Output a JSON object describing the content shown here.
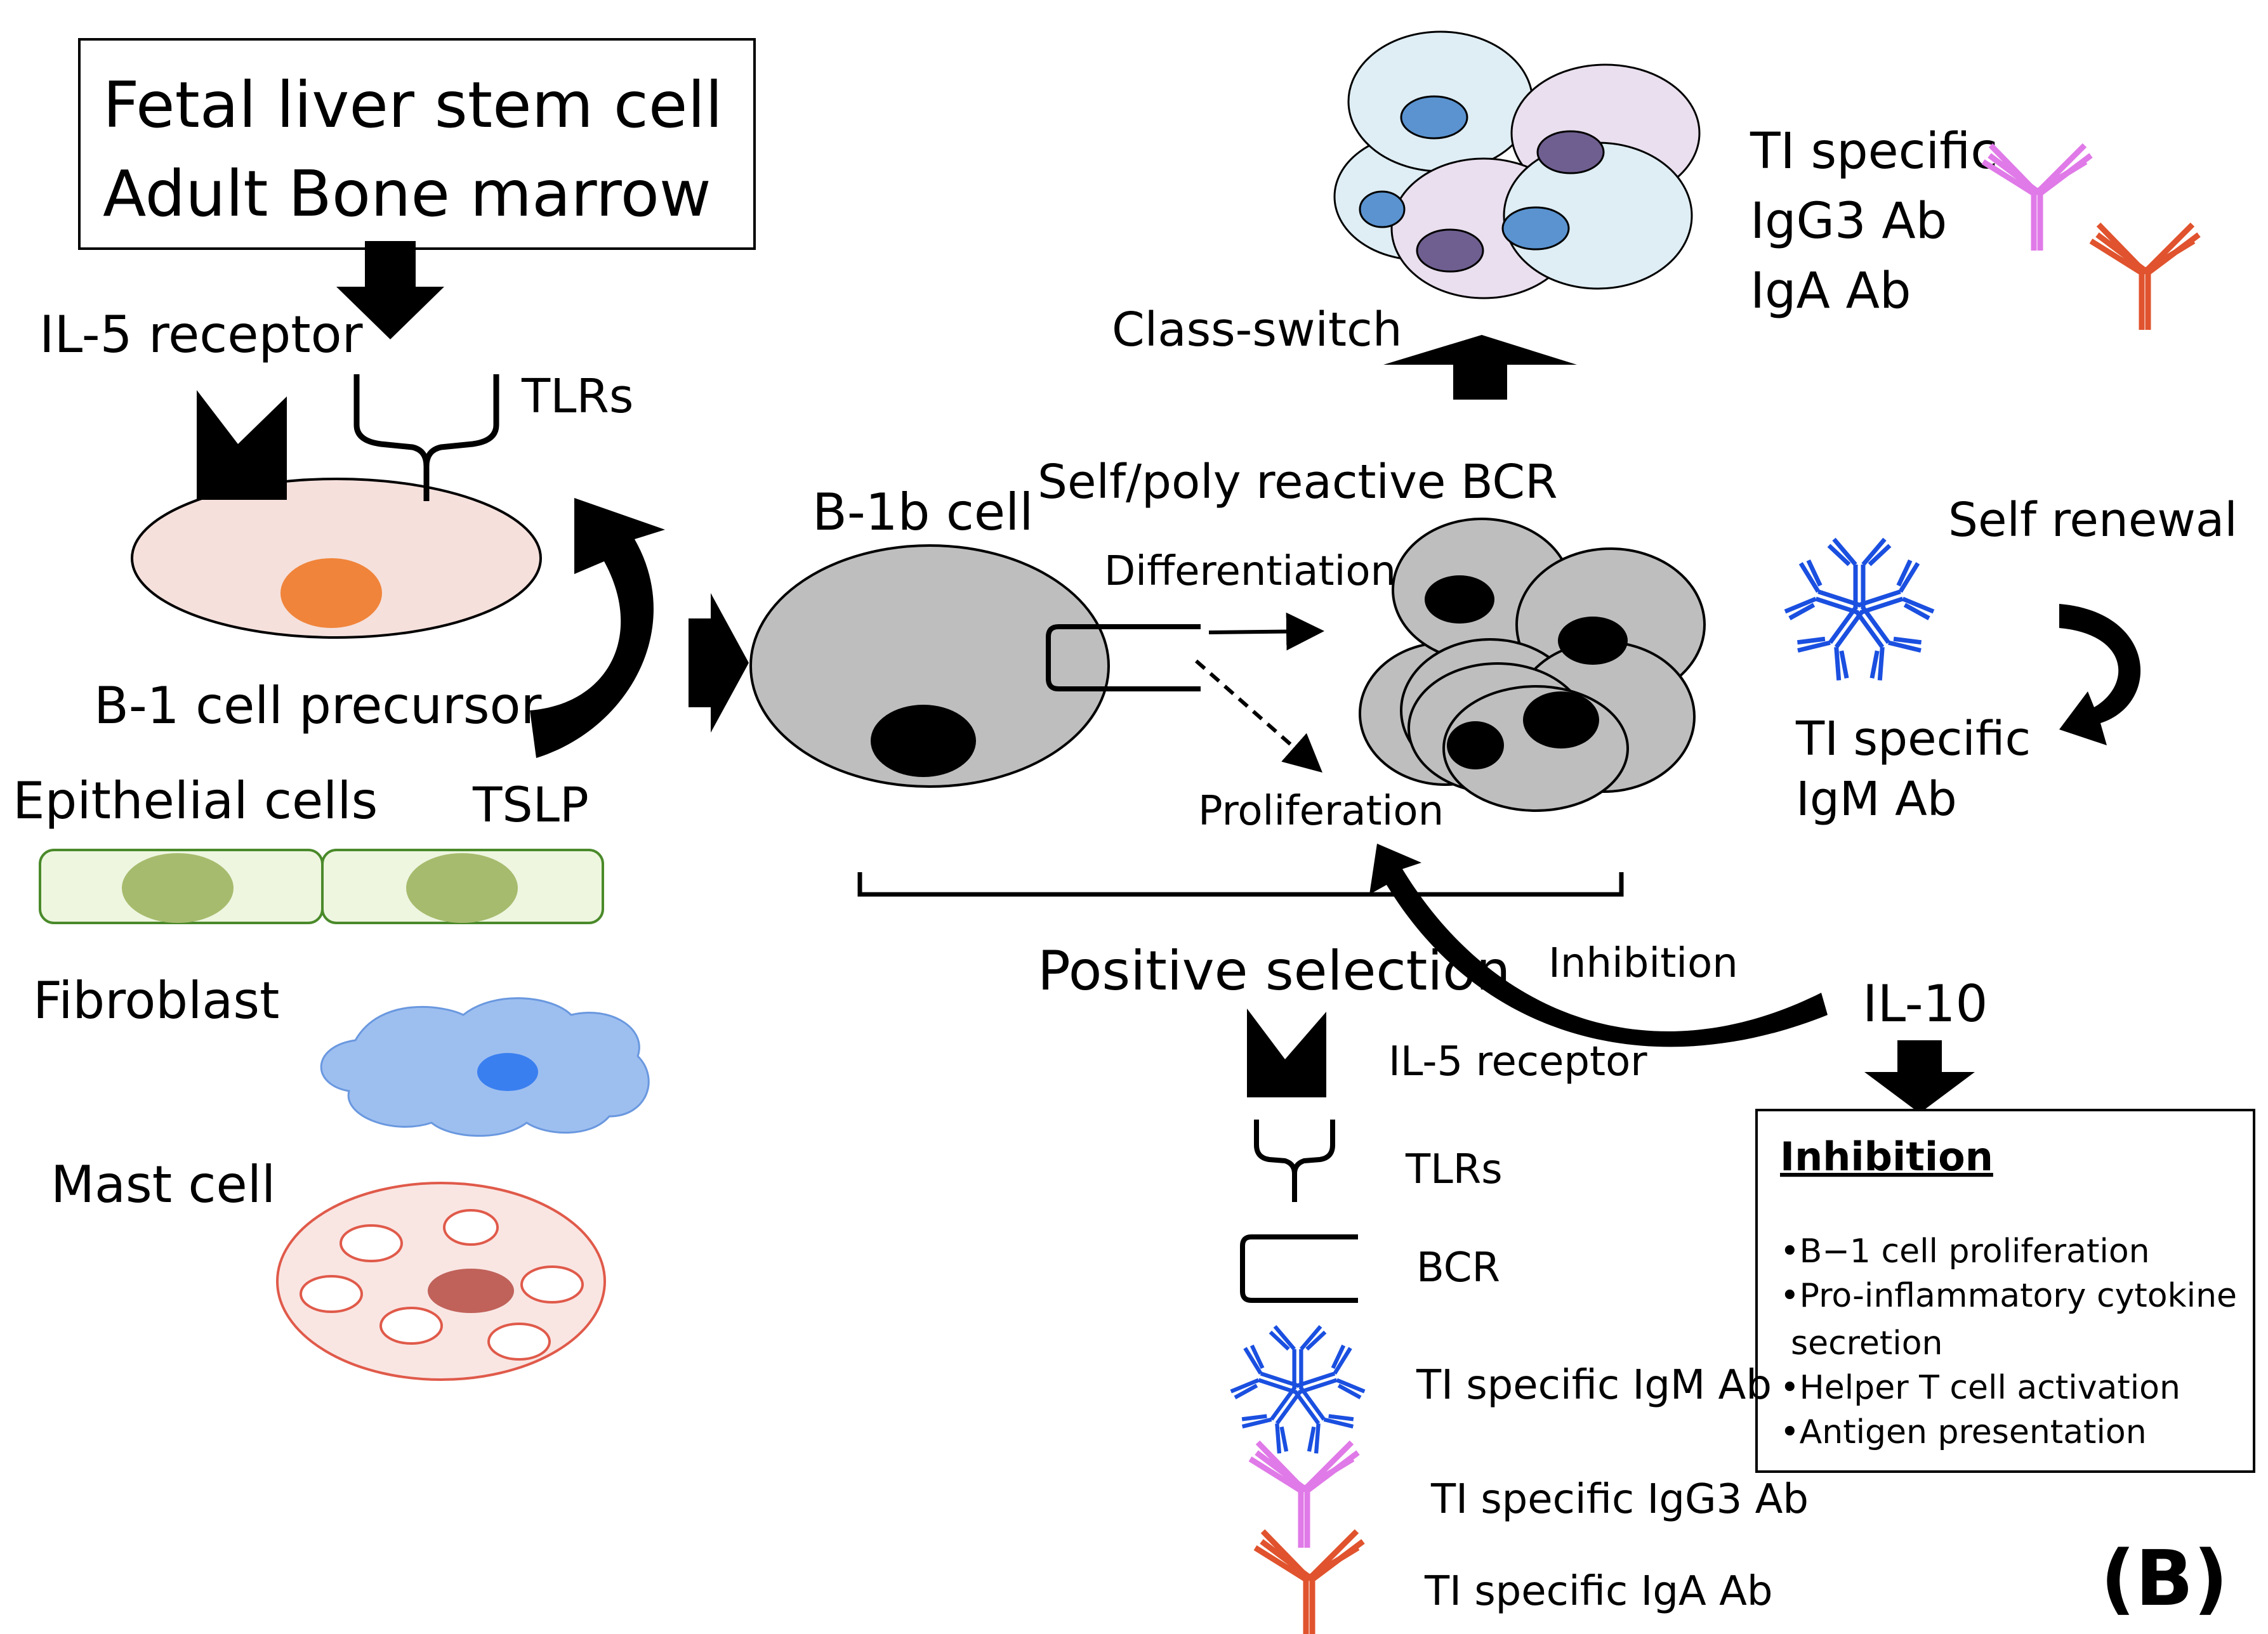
{
  "source_box": {
    "line1": "Fetal liver stem cell",
    "line2": "Adult Bone marrow"
  },
  "precursor": {
    "il5_label": "IL-5 receptor",
    "tlrs_label": "TLRs",
    "cell_label": "B-1 cell precursor"
  },
  "niche": {
    "epithelial": "Epithelial cells",
    "tslp": "TSLP",
    "fibroblast": "Fibroblast",
    "mast": "Mast cell"
  },
  "b1b": {
    "cell_label": "B-1b cell",
    "bcr_label": "Self/poly reactive BCR",
    "differentiation": "Differentiation",
    "proliferation": "Proliferation"
  },
  "class_switch": {
    "label": "Class-switch",
    "ab_line1": "TI specific",
    "ab_line2": "IgG3 Ab",
    "ab_line3": "IgA Ab"
  },
  "self_renewal": {
    "label": "Self renewal",
    "ab_line1": "TI specific",
    "ab_line2": "IgM Ab"
  },
  "selection": {
    "label": "Positive selection"
  },
  "inhibition_arrow": {
    "label": "Inhibition",
    "il10": "IL-10"
  },
  "inhibition_box": {
    "title": "Inhibition",
    "items": [
      "•B−1   cell proliferation",
      "•Pro-inflammatory cytokine",
      "secretion",
      "•Helper T cell activation",
      "•Antigen presentation"
    ]
  },
  "legend": {
    "il5": "IL-5 receptor",
    "tlrs": "TLRs",
    "bcr": "BCR",
    "igm": "TI specific IgM Ab",
    "igg3": "TI specific IgG3 Ab",
    "iga": "TI specific IgA Ab"
  },
  "panel_label": "(B)",
  "colors": {
    "igm_blue": "#1a4fe0",
    "igg3_pink": "#e07ae8",
    "iga_red": "#e0532e",
    "orange_nucleus": "#f0843a",
    "green_nucleus": "#a7bb6e",
    "fibroblast_blue": "#9dbff0",
    "mast_red": "#e05a4a"
  }
}
